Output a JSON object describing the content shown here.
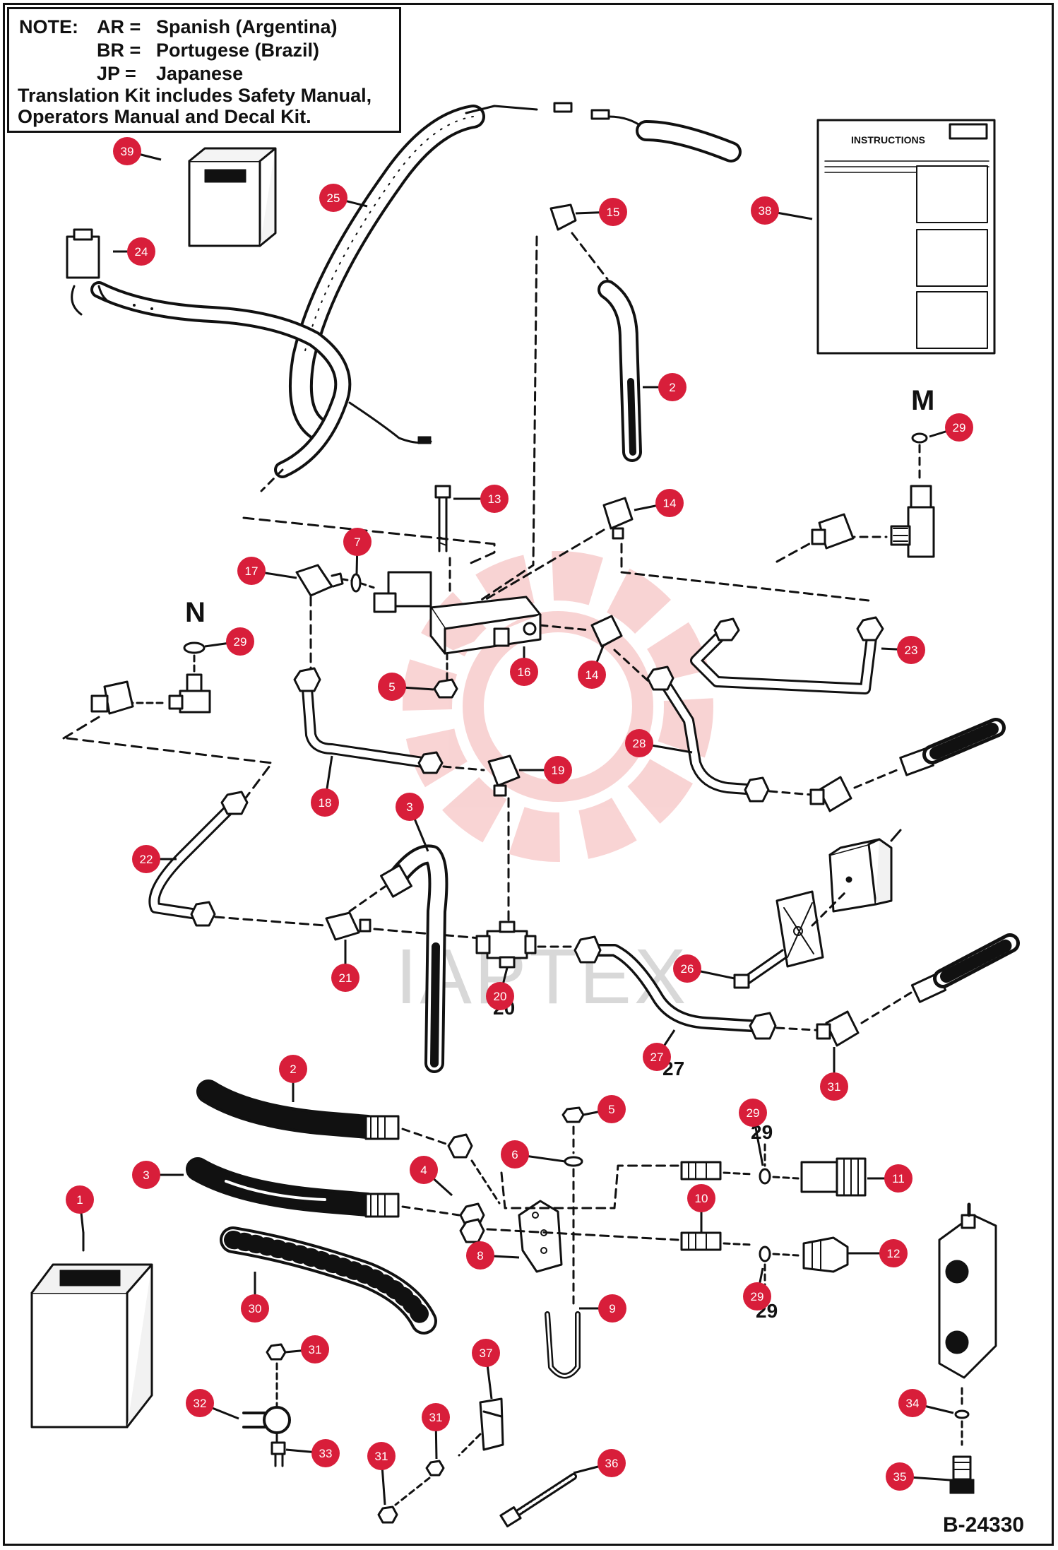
{
  "note": {
    "label": "NOTE:",
    "entries": [
      {
        "code": "AR =",
        "language": "Spanish (Argentina)"
      },
      {
        "code": "BR =",
        "language": "Portugese (Brazil)"
      },
      {
        "code": "JP =",
        "language": "Japanese"
      }
    ],
    "line1": "Translation Kit includes Safety Manual,",
    "line2": "Operators Manual and Decal Kit."
  },
  "instructions_title": "INSTRUCTIONS",
  "view_labels": {
    "m": "M",
    "n": "N"
  },
  "plain_numbers": {
    "n20": "20",
    "n27": "27",
    "n29a": "29",
    "n29b": "29"
  },
  "figure_id": "B-24330",
  "watermark": "IAPTEX",
  "callout_color": "#d81e3a",
  "callouts": [
    {
      "id": "39",
      "label": "39"
    },
    {
      "id": "25",
      "label": "25"
    },
    {
      "id": "24",
      "label": "24"
    },
    {
      "id": "15",
      "label": "15"
    },
    {
      "id": "38",
      "label": "38"
    },
    {
      "id": "2a",
      "label": "2"
    },
    {
      "id": "29a",
      "label": "29"
    },
    {
      "id": "13",
      "label": "13"
    },
    {
      "id": "14a",
      "label": "14"
    },
    {
      "id": "7",
      "label": "7"
    },
    {
      "id": "17",
      "label": "17"
    },
    {
      "id": "29b",
      "label": "29"
    },
    {
      "id": "5a",
      "label": "5"
    },
    {
      "id": "16",
      "label": "16"
    },
    {
      "id": "14b",
      "label": "14"
    },
    {
      "id": "23",
      "label": "23"
    },
    {
      "id": "28",
      "label": "28"
    },
    {
      "id": "19",
      "label": "19"
    },
    {
      "id": "18",
      "label": "18"
    },
    {
      "id": "3a",
      "label": "3"
    },
    {
      "id": "22",
      "label": "22"
    },
    {
      "id": "21",
      "label": "21"
    },
    {
      "id": "20",
      "label": "20"
    },
    {
      "id": "26",
      "label": "26"
    },
    {
      "id": "27",
      "label": "27"
    },
    {
      "id": "31a",
      "label": "31"
    },
    {
      "id": "2b",
      "label": "2"
    },
    {
      "id": "5b",
      "label": "5"
    },
    {
      "id": "29c",
      "label": "29"
    },
    {
      "id": "4",
      "label": "4"
    },
    {
      "id": "6",
      "label": "6"
    },
    {
      "id": "11",
      "label": "11"
    },
    {
      "id": "3b",
      "label": "3"
    },
    {
      "id": "1",
      "label": "1"
    },
    {
      "id": "10",
      "label": "10"
    },
    {
      "id": "8",
      "label": "8"
    },
    {
      "id": "12",
      "label": "12"
    },
    {
      "id": "29d",
      "label": "29"
    },
    {
      "id": "30",
      "label": "30"
    },
    {
      "id": "9",
      "label": "9"
    },
    {
      "id": "31b",
      "label": "31"
    },
    {
      "id": "37",
      "label": "37"
    },
    {
      "id": "32",
      "label": "32"
    },
    {
      "id": "31c",
      "label": "31"
    },
    {
      "id": "34",
      "label": "34"
    },
    {
      "id": "33",
      "label": "33"
    },
    {
      "id": "31d",
      "label": "31"
    },
    {
      "id": "36",
      "label": "36"
    },
    {
      "id": "35",
      "label": "35"
    }
  ]
}
